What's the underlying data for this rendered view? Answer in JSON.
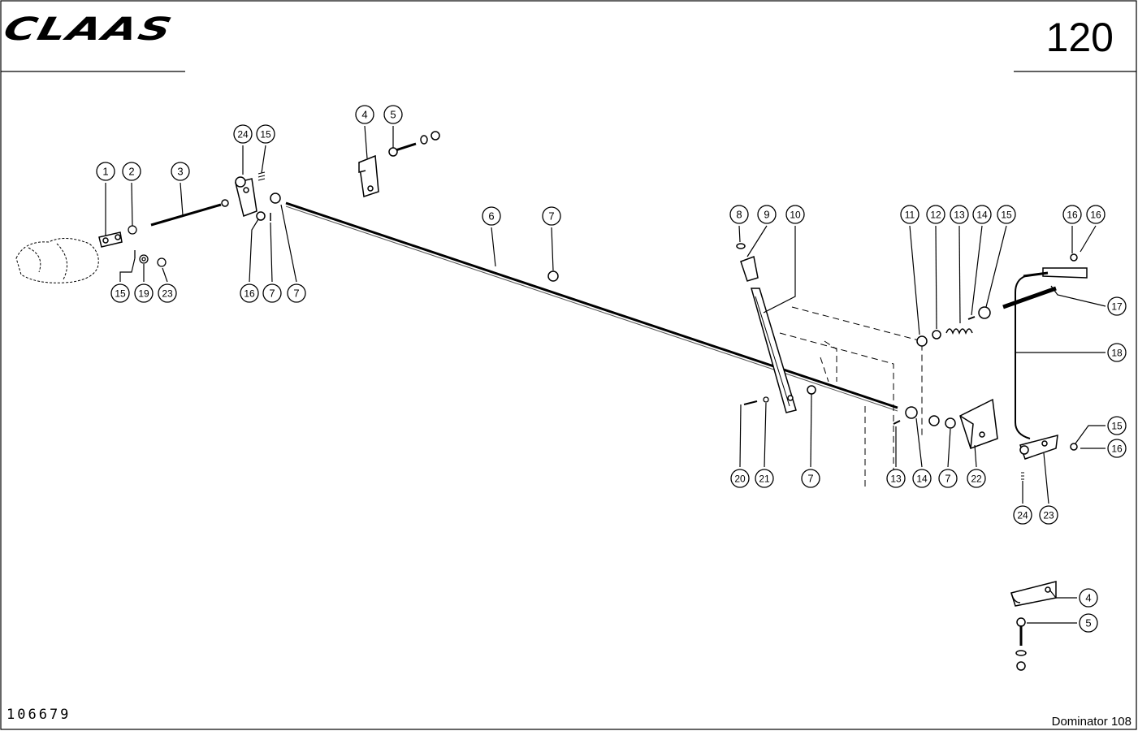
{
  "header": {
    "brand": "CLAAS",
    "page_number": "120"
  },
  "footer": {
    "drawing_number": "106679",
    "model": "Dominator 108"
  },
  "callouts": [
    "1",
    "2",
    "3",
    "4",
    "5",
    "6",
    "7",
    "8",
    "9",
    "10",
    "11",
    "12",
    "13",
    "14",
    "15",
    "16",
    "16",
    "15",
    "19",
    "23",
    "24",
    "15",
    "16",
    "7",
    "7",
    "7",
    "11",
    "12",
    "13",
    "14",
    "15",
    "16",
    "17",
    "18",
    "15",
    "16",
    "20",
    "21",
    "7",
    "13",
    "14",
    "7",
    "22",
    "24",
    "23",
    "4",
    "5"
  ]
}
